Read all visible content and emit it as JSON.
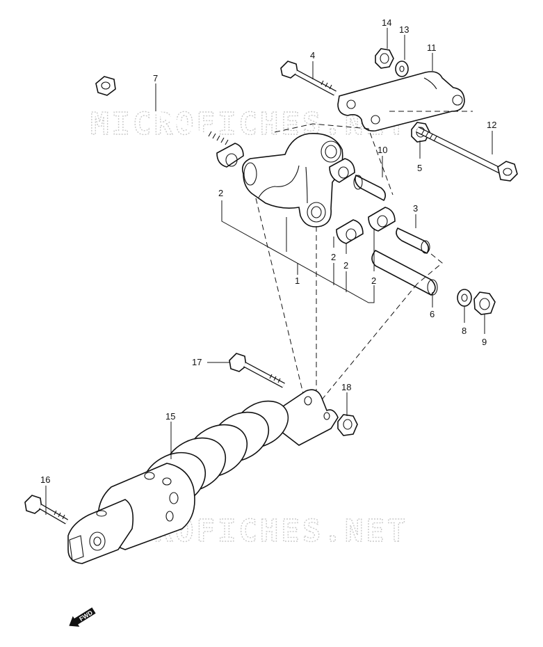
{
  "watermark": {
    "text": "MICROFICHES.NET"
  },
  "fwd_label": "FWD",
  "callouts": {
    "c1": "1",
    "c2a": "2",
    "c2b": "2",
    "c2c": "2",
    "c2d": "2",
    "c3": "3",
    "c4": "4",
    "c5": "5",
    "c6": "6",
    "c7": "7",
    "c8": "8",
    "c9": "9",
    "c10": "10",
    "c11": "11",
    "c12": "12",
    "c13": "13",
    "c14": "14",
    "c15": "15",
    "c16": "16",
    "c17": "17",
    "c18": "18"
  }
}
